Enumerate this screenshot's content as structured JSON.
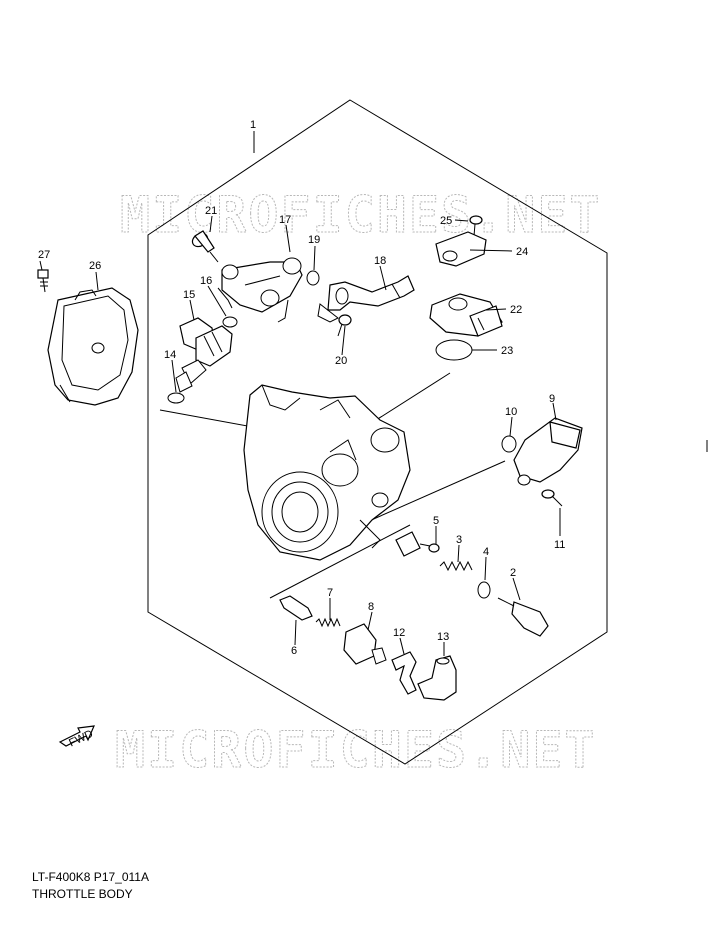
{
  "watermark": "MICROFICHES.NET",
  "diagram_code": "LT-F400K8 P17_011A",
  "title": "THROTTLE BODY",
  "fwd_label": "FWD",
  "part_numbers": [
    "1",
    "2",
    "3",
    "4",
    "5",
    "6",
    "7",
    "8",
    "9",
    "10",
    "11",
    "12",
    "13",
    "14",
    "15",
    "16",
    "17",
    "18",
    "19",
    "20",
    "21",
    "22",
    "23",
    "24",
    "25",
    "26",
    "27"
  ]
}
